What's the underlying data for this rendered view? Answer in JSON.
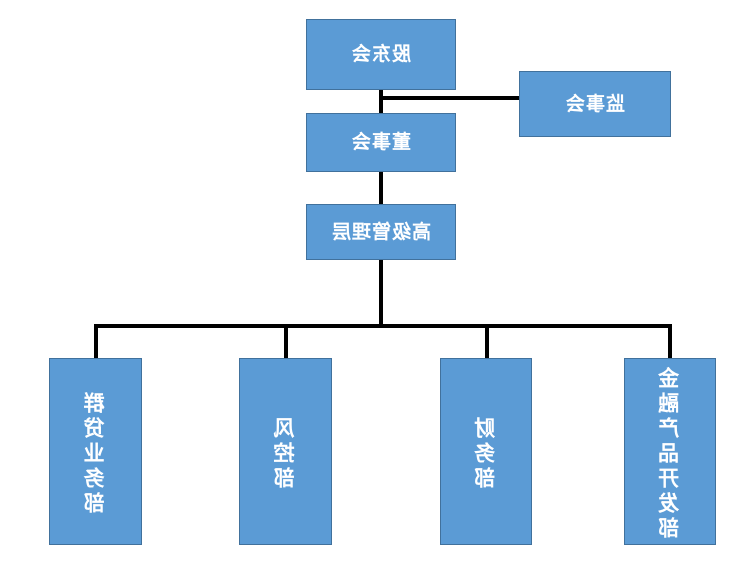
{
  "chart_data": {
    "type": "diagram",
    "diagram_kind": "organization-chart",
    "title": "",
    "orientation": "top-down",
    "mirrored": true,
    "node_fill_color": "#5B9BD5",
    "node_border_color": "#41719C",
    "node_text_color": "#FFFFFF",
    "connector_color": "#000000",
    "background_color": "#FFFFFF",
    "nodes": [
      {
        "id": "shareholders",
        "label": "股东会",
        "level": 0,
        "text_direction": "horizontal"
      },
      {
        "id": "supervisors",
        "label": "监事会",
        "level": 1,
        "text_direction": "horizontal"
      },
      {
        "id": "directors",
        "label": "董事会",
        "level": 1,
        "text_direction": "horizontal"
      },
      {
        "id": "management",
        "label": "高级管理层",
        "level": 2,
        "text_direction": "horizontal"
      },
      {
        "id": "dept-fin-product",
        "label": "金融产品开发部",
        "level": 3,
        "text_direction": "vertical"
      },
      {
        "id": "dept-finance",
        "label": "财务部",
        "level": 3,
        "text_direction": "vertical"
      },
      {
        "id": "dept-risk",
        "label": "风控部",
        "level": 3,
        "text_direction": "vertical"
      },
      {
        "id": "dept-group-loan",
        "label": "群贷业务部",
        "level": 3,
        "text_direction": "vertical"
      }
    ],
    "edges": [
      {
        "from": "shareholders",
        "to": "directors"
      },
      {
        "from": "supervisors",
        "to": "directors"
      },
      {
        "from": "directors",
        "to": "management"
      },
      {
        "from": "management",
        "to": "dept-fin-product"
      },
      {
        "from": "management",
        "to": "dept-finance"
      },
      {
        "from": "management",
        "to": "dept-risk"
      },
      {
        "from": "management",
        "to": "dept-group-loan"
      }
    ]
  }
}
